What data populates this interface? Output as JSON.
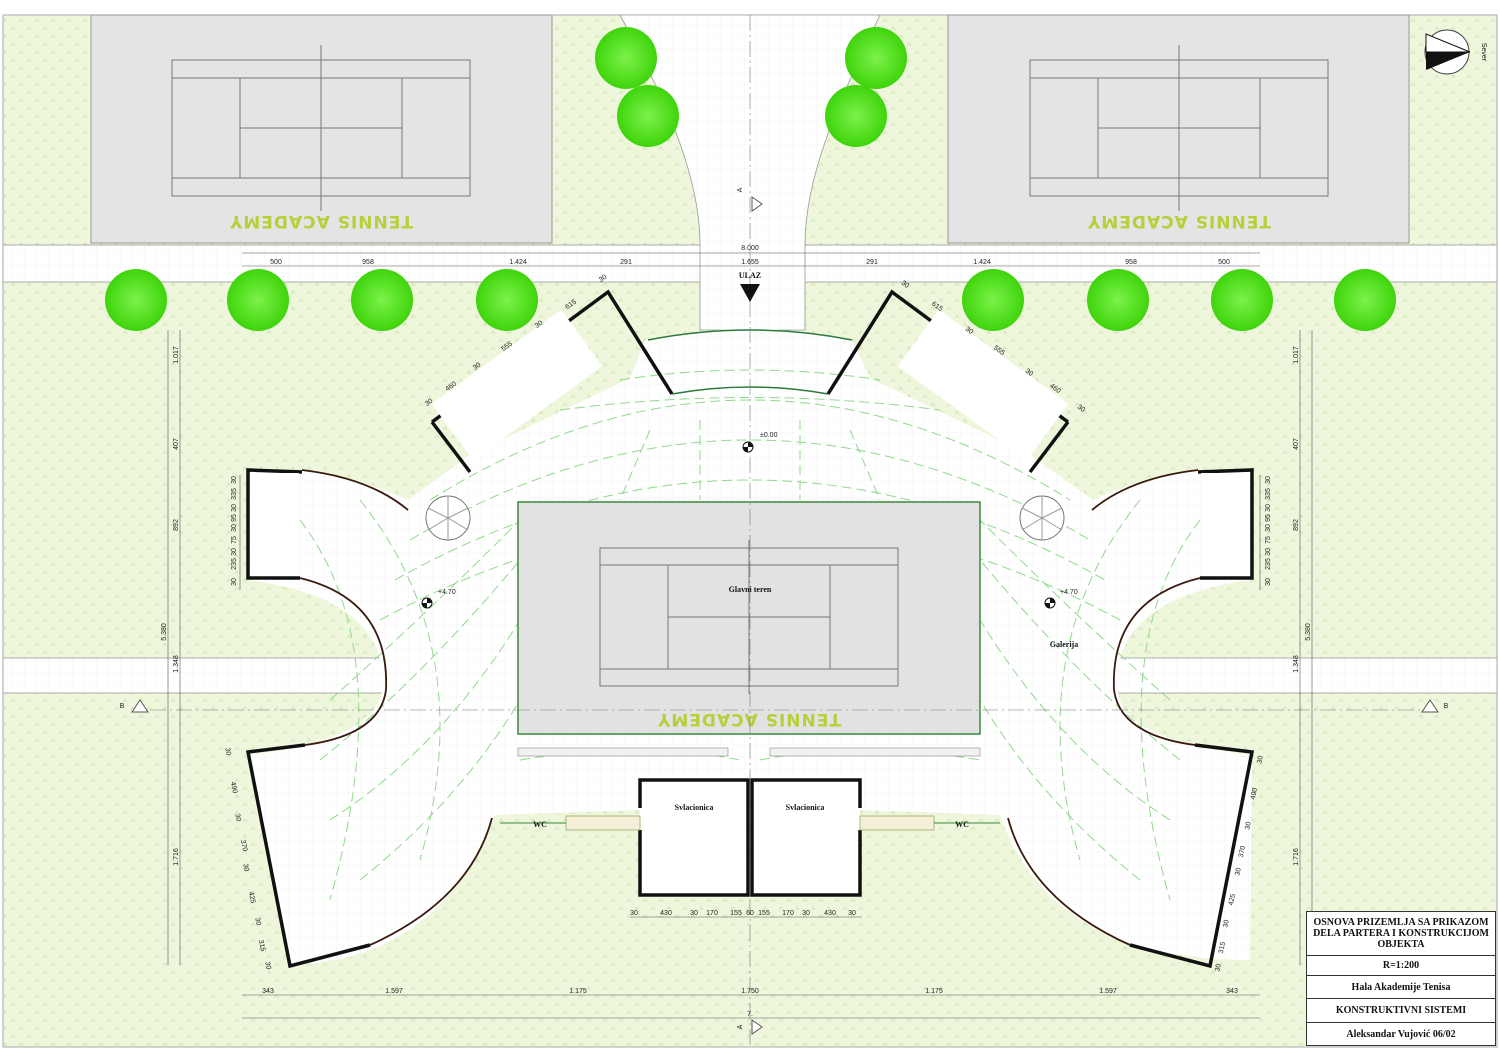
{
  "labels": {
    "tennis_academy": "TENNIS ACADEMY",
    "main_court": "Glavni teren",
    "gallery": "Galerija",
    "locker_room": "Svlacionica",
    "wc": "WC",
    "entrance": "ULAZ",
    "level_ground": "±0.00",
    "level_gallery": "+4.70",
    "north": "Sever",
    "section_a": "A",
    "section_b": "B"
  },
  "dimensions": {
    "top_total": "8.000",
    "top_left": [
      "500",
      "958",
      "1.424",
      "291"
    ],
    "top_center": "1.655",
    "top_right": [
      "291",
      "1.424",
      "958",
      "500"
    ],
    "bottom_total": "7.",
    "bottom_chain": [
      "343",
      "1.597",
      "1.175",
      "1.750",
      "1.175",
      "1.597",
      "343"
    ],
    "lockers_chain": [
      "30",
      "430",
      "30",
      "170",
      "155",
      "60",
      "155",
      "170",
      "30",
      "430",
      "30"
    ],
    "left_vertical": [
      "1.017",
      "407",
      "892",
      "1.348",
      "1.716"
    ],
    "left_total": "5.380",
    "right_vertical": [
      "1.017",
      "407",
      "892",
      "1.348",
      "1.716"
    ],
    "right_total": "5.380",
    "wing_left_upper": [
      "30",
      "460",
      "30",
      "555",
      "30",
      "615",
      "30"
    ],
    "wing_right_upper": [
      "30",
      "615",
      "30",
      "555",
      "30",
      "460",
      "30"
    ],
    "tower_left": [
      "30",
      "335",
      "30",
      "95",
      "30",
      "75",
      "30",
      "235",
      "30"
    ],
    "tower_right": [
      "30",
      "335",
      "30",
      "95",
      "30",
      "75",
      "30",
      "235",
      "30"
    ],
    "wing_left_lower": [
      "30",
      "490",
      "30",
      "370",
      "30",
      "425",
      "30",
      "315",
      "30"
    ],
    "wing_right_lower": [
      "30",
      "490",
      "30",
      "370",
      "30",
      "425",
      "30",
      "315",
      "30"
    ]
  },
  "title_block": {
    "heading": "OSNOVA PRIZEMLJA SA PRIKAZOM DELA PARTERA I KONSTRUKCIJOM OBJEKTA",
    "scale": "R=1:200",
    "project": "Hala Akademije Tenisa",
    "course": "KONSTRUKTIVNI SISTEMI",
    "author": "Aleksandar Vujović 06/02"
  },
  "colors": {
    "lawn": "#eef6dc",
    "court_surface": "#e6e6e6",
    "tree": "#55e81c",
    "wall": "#111111",
    "structure_grid": "#8fd98a",
    "academy_text": "#b6cf3a"
  }
}
